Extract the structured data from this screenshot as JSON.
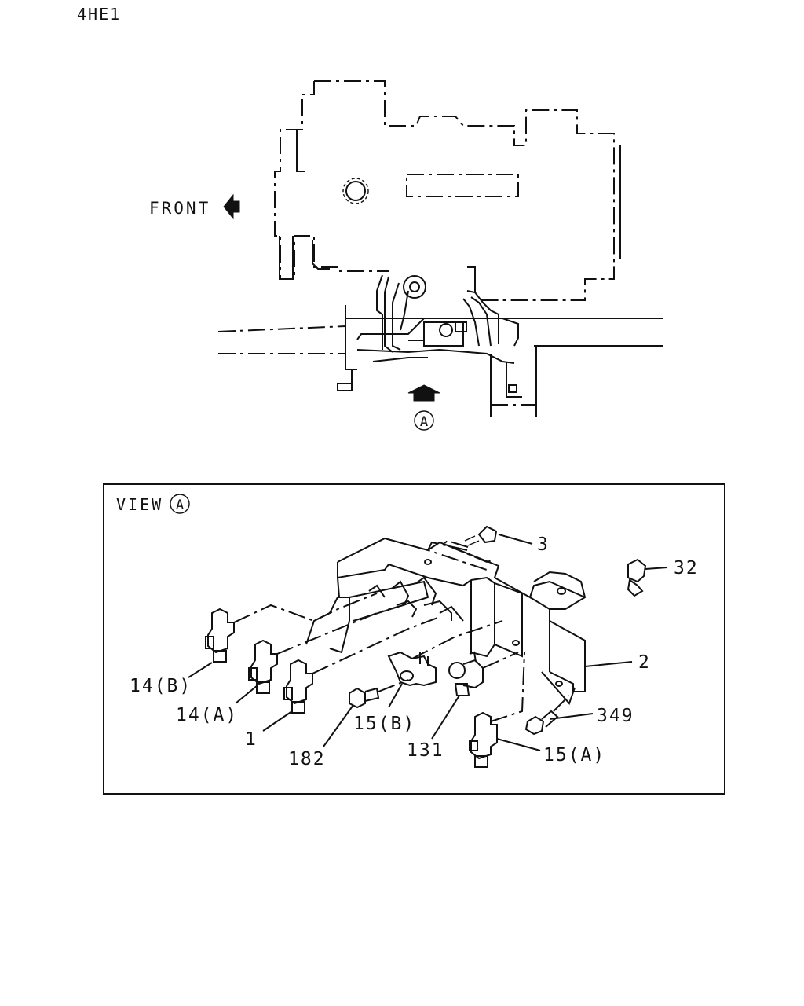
{
  "model_code": "4HE1",
  "front_label": "FRONT",
  "view_marker": "A",
  "view_label": "VIEW",
  "callouts": {
    "c3": "3",
    "c32": "32",
    "c2": "2",
    "c349": "349",
    "c15a": "15(A)",
    "c131": "131",
    "c182": "182",
    "c15b": "15(B)",
    "c1": "1",
    "c14a": "14(A)",
    "c14b": "14(B)"
  }
}
